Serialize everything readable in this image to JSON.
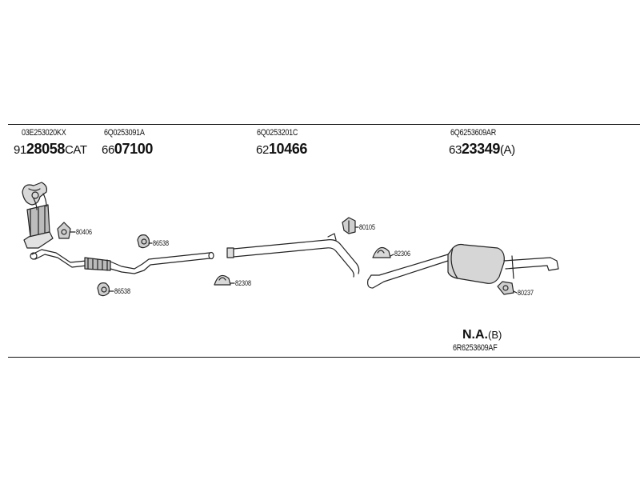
{
  "header": {
    "parts": [
      {
        "oe": "03E253020KX",
        "prefix": "91",
        "number": "28058",
        "suffix": "CAT"
      },
      {
        "oe": "6Q0253091A",
        "prefix": "66",
        "number": "07100",
        "suffix": ""
      },
      {
        "oe": "6Q0253201C",
        "prefix": "62",
        "number": "10466",
        "suffix": ""
      },
      {
        "oe": "6Q6253609AR",
        "prefix": "63",
        "number": "23349",
        "suffix": "(A)"
      }
    ]
  },
  "callouts": {
    "c80406": "80406",
    "c86538a": "86538",
    "c86538b": "86538",
    "c82308": "82308",
    "c80105": "80105",
    "c82306": "82306",
    "c80237": "80237"
  },
  "footer_part": {
    "number": "N.A.",
    "suffix": "(B)",
    "oe": "6R6253609AF"
  }
}
